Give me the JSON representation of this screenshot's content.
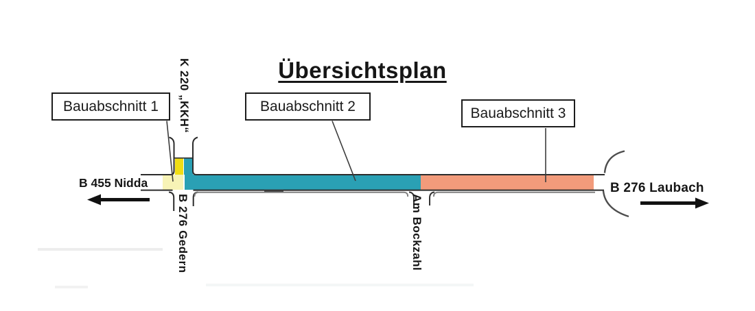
{
  "title": "Übersichtsplan",
  "sections": [
    {
      "label": "Bauabschnitt 1",
      "color": "#f0dd15",
      "road_color": "#f7f3b6"
    },
    {
      "label": "Bauabschnitt 2",
      "color": "#2aa0b4"
    },
    {
      "label": "Bauabschnitt 3",
      "color": "#f29b7b"
    }
  ],
  "roads": {
    "west": "B 455 Nidda",
    "east": "B 276 Laubach",
    "north": "K 220 „KKH“",
    "south": "B 276 Gedern",
    "side_street": "Am Bockzahl"
  },
  "icons": {
    "west_direction": "arrow-left-icon",
    "east_direction": "arrow-right-icon"
  },
  "line_colors": {
    "road_outline": "#2b2b2b",
    "secondary_edge": "#808080",
    "junction_arc": "#4d4d4d",
    "leader": "#3c3c3c"
  }
}
